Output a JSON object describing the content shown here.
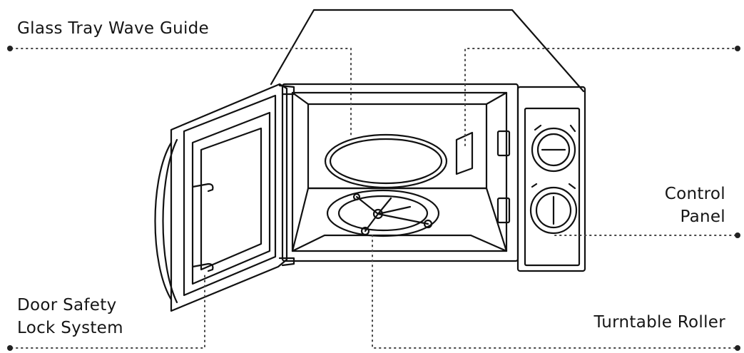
{
  "callouts": {
    "glass_tray": {
      "label": "Glass Tray Wave Guide"
    },
    "control_panel": {
      "line1": "Control",
      "line2": "Panel"
    },
    "door_safety": {
      "line1": "Door Safety",
      "line2": "Lock System"
    },
    "turntable": {
      "label": "Turntable Roller"
    }
  },
  "colors": {
    "ink": "#111111",
    "dots": "#444444",
    "background": "#ffffff"
  }
}
